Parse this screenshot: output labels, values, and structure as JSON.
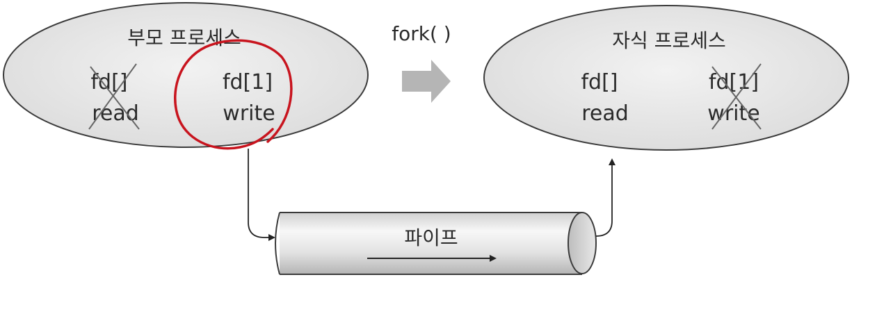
{
  "parent": {
    "title": "부모 프로세스",
    "read_fd": "fd[]",
    "read_label": "read",
    "write_fd": "fd[1]",
    "write_label": "write"
  },
  "child": {
    "title": "자식 프로세스",
    "read_fd": "fd[]",
    "read_label": "read",
    "write_fd": "fd[1]",
    "write_label": "write"
  },
  "fork_label": "fork( )",
  "pipe_label": "파이프",
  "colors": {
    "ellipse_fill": "#e6e6e6",
    "outline": "#3a3a3a",
    "annotation_red": "#c8141e",
    "fork_arrow": "#b5b5b5"
  }
}
